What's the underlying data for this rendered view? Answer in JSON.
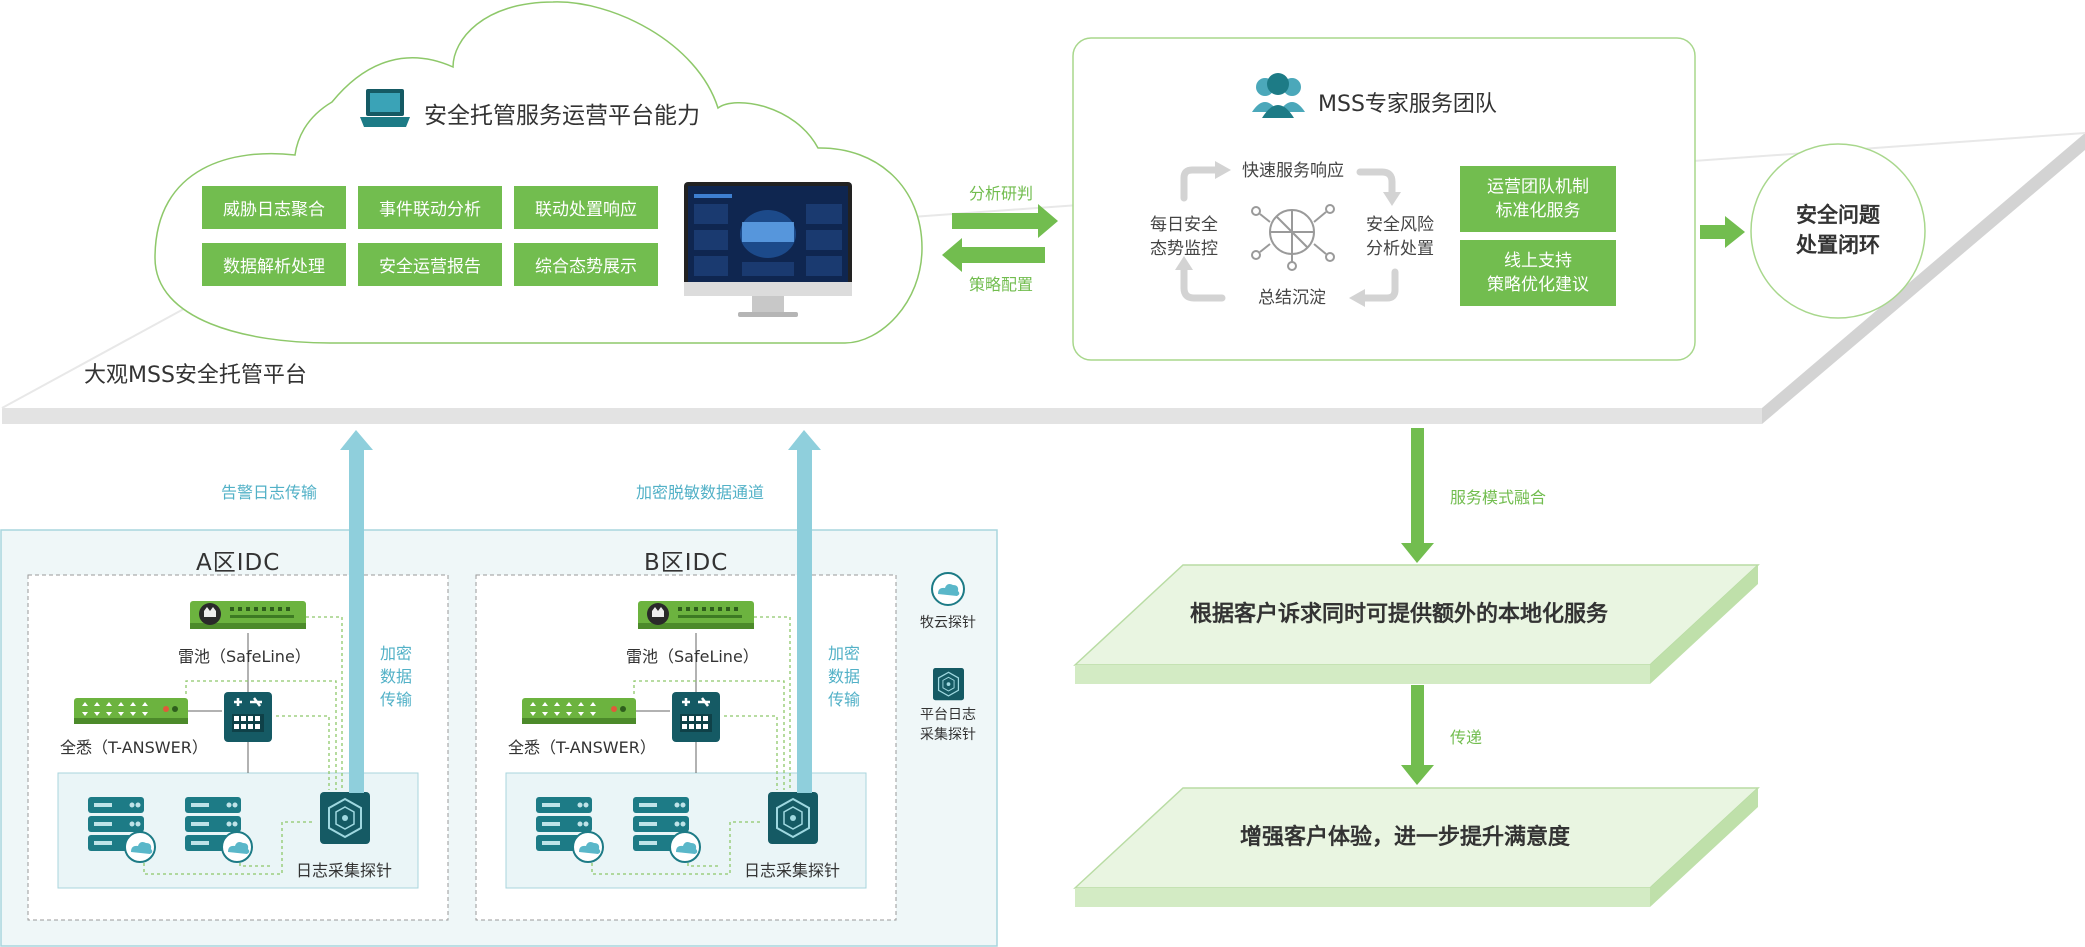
{
  "cloud": {
    "title": "安全托管服务运营平台能力",
    "capabilities": [
      "威胁日志聚合",
      "事件联动分析",
      "联动处置响应",
      "数据解析处理",
      "安全运营报告",
      "综合态势展示"
    ]
  },
  "platform": {
    "name": "大观MSS安全托管平台"
  },
  "arrows": {
    "analysis": "分析研判",
    "policy": "策略配置"
  },
  "expert": {
    "title": "MSS专家服务团队",
    "cycle": {
      "top": "快速服务响应",
      "left_line1": "每日安全",
      "left_line2": "态势监控",
      "right_line1": "安全风险",
      "right_line2": "分析处置",
      "bottom": "总结沉淀"
    },
    "box1_line1": "运营团队机制",
    "box1_line2": "标准化服务",
    "box2_line1": "线上支持",
    "box2_line2": "策略优化建议"
  },
  "result": {
    "line1": "安全问题",
    "line2": "处置闭环"
  },
  "flow": {
    "label1": "服务模式融合",
    "platform1": "根据客户诉求同时可提供额外的本地化服务",
    "label2": "传递",
    "platform2": "增强客户体验，进一步提升满意度"
  },
  "transfer": {
    "left": "告警日志传输",
    "right": "加密脱敏数据通道"
  },
  "idc": [
    {
      "title": "A区IDC",
      "safeline": "雷池（SafeLine）",
      "tanswer": "全悉（T-ANSWER）",
      "probe": "日志采集探针",
      "encrypt": [
        "加密",
        "数据",
        "传输"
      ]
    },
    {
      "title": "B区IDC",
      "safeline": "雷池（SafeLine）",
      "tanswer": "全悉（T-ANSWER）",
      "probe": "日志采集探针",
      "encrypt": [
        "加密",
        "数据",
        "传输"
      ]
    }
  ],
  "legend": {
    "cloud_probe": "牧云探针",
    "platform_probe_line1": "平台日志",
    "platform_probe_line2": "采集探针"
  },
  "colors": {
    "green": "#72bd4f",
    "teal": "#52b1c7",
    "dark_teal": "#1b5c66",
    "light_green": "#e9f5e1"
  }
}
